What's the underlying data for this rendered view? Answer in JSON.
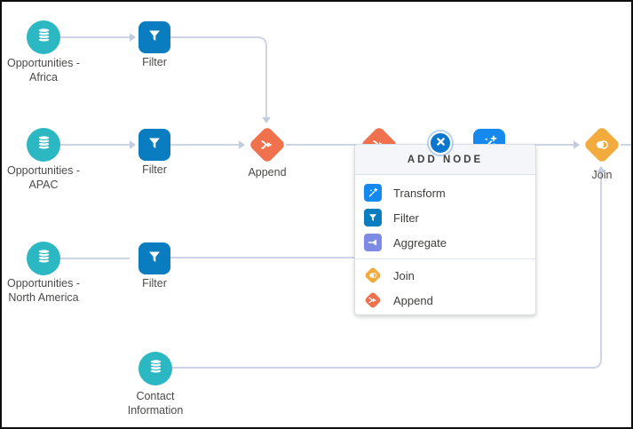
{
  "colors": {
    "dataset_teal": "#2CB8C2",
    "filter_blue": "#0A7DC1",
    "transform_blue": "#1589EE",
    "aggregate_purple": "#7E8BE4",
    "join_yellow": "#F2AB3C",
    "append_orange": "#F0714D",
    "edge_gray": "#CCD4E6",
    "close_blue": "#0B76CE"
  },
  "nodes": {
    "africa": {
      "type": "dataset",
      "icon": "database-icon",
      "line1": "Opportunities -",
      "line2": "Africa"
    },
    "filter_africa": {
      "type": "filter",
      "icon": "filter-icon",
      "line1": "Filter"
    },
    "apac": {
      "type": "dataset",
      "icon": "database-icon",
      "line1": "Opportunities -",
      "line2": "APAC"
    },
    "filter_apac": {
      "type": "filter",
      "icon": "filter-icon",
      "line1": "Filter"
    },
    "append": {
      "type": "append",
      "icon": "append-icon",
      "line1": "Append"
    },
    "north_america": {
      "type": "dataset",
      "icon": "database-icon",
      "line1": "Opportunities -",
      "line2": "North America"
    },
    "filter_north_america": {
      "type": "filter",
      "icon": "filter-icon",
      "line1": "Filter"
    },
    "contact": {
      "type": "dataset",
      "icon": "database-icon",
      "line1": "Contact",
      "line2": "Information"
    },
    "join": {
      "type": "join",
      "icon": "join-icon",
      "line1": "Join"
    },
    "hidden_append": {
      "type": "append",
      "icon": "append-icon"
    },
    "hidden_transform": {
      "type": "transform",
      "icon": "transform-icon"
    }
  },
  "popup": {
    "title": "ADD NODE",
    "close_icon": "close-icon",
    "items": [
      {
        "label": "Transform",
        "icon": "transform-icon",
        "color": "#1589EE",
        "shape": "square"
      },
      {
        "label": "Filter",
        "icon": "filter-icon",
        "color": "#0A7DC1",
        "shape": "square"
      },
      {
        "label": "Aggregate",
        "icon": "aggregate-icon",
        "color": "#7E8BE4",
        "shape": "square"
      },
      {
        "label": "Join",
        "icon": "join-icon",
        "color": "#F2AB3C",
        "shape": "diamond"
      },
      {
        "label": "Append",
        "icon": "append-icon",
        "color": "#F0714D",
        "shape": "diamond"
      }
    ]
  }
}
